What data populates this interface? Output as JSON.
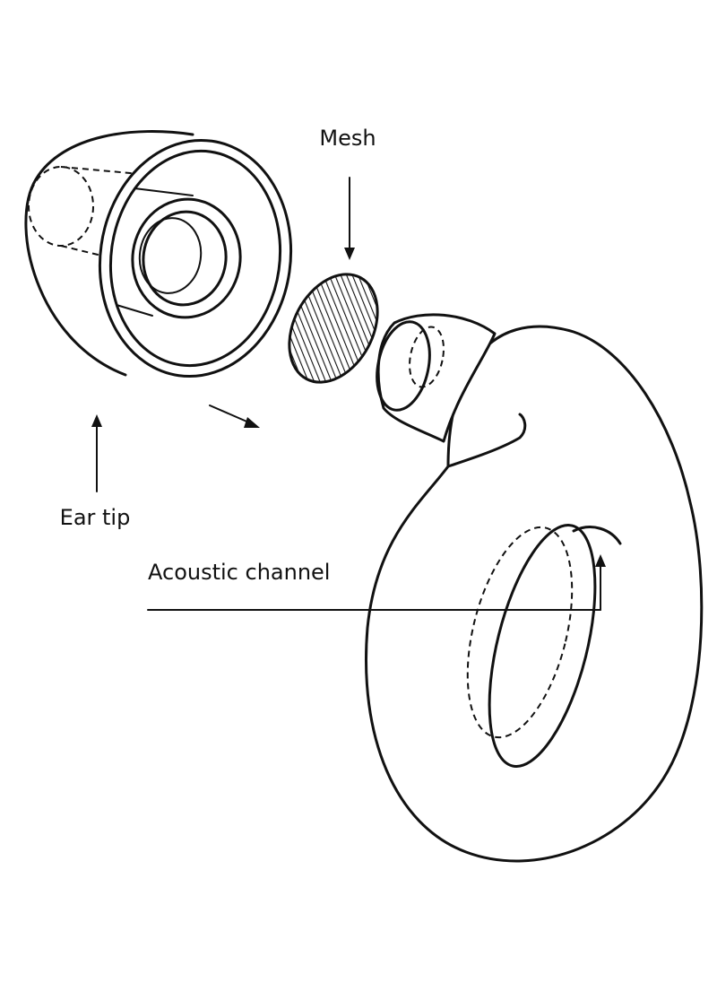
{
  "labels": {
    "mesh": "Mesh",
    "ear_tip": "Ear tip",
    "acoustic_channel": "Acoustic channel"
  },
  "colors": {
    "line": "#111111",
    "background": "#ffffff"
  }
}
